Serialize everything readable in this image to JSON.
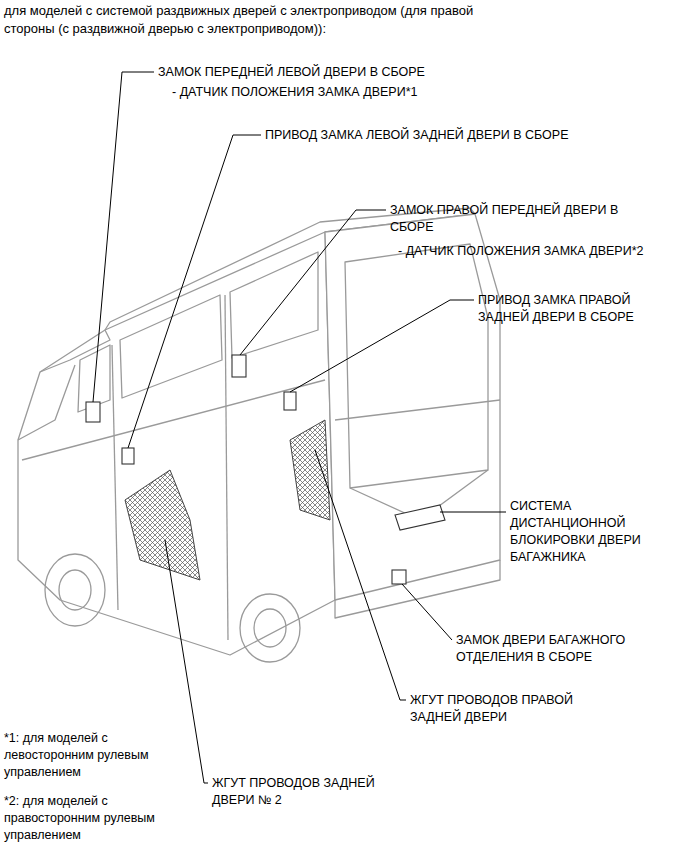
{
  "diagram": {
    "title": "для моделей с системой раздвижных дверей с электроприводом (для правой стороны (с раздвижной дверью с электроприводом)):",
    "labels": [
      "ЗАМОК ПЕРЕДНЕЙ ЛЕВОЙ ДВЕРИ В СБОРЕ",
      "- ДАТЧИК ПОЛОЖЕНИЯ ЗАМКА ДВЕРИ*1",
      "ПРИВОД ЗАМКА ЛЕВОЙ ЗАДНЕЙ ДВЕРИ В СБОРЕ",
      "ЗАМОК ПРАВОЙ ПЕРЕДНЕЙ ДВЕРИ В СБОРЕ",
      "- ДАТЧИК ПОЛОЖЕНИЯ ЗАМКА ДВЕРИ*2",
      "ПРИВОД ЗАМКА ПРАВОЙ ЗАДНЕЙ ДВЕРИ В СБОРЕ",
      "СИСТЕМА ДИСТАНЦИОННОЙ БЛОКИРОВКИ ДВЕРИ БАГАЖНИКА",
      "ЗАМОК ДВЕРИ БАГАЖНОГО ОТДЕЛЕНИЯ В СБОРЕ",
      "ЖГУТ ПРОВОДОВ ПРАВОЙ ЗАДНЕЙ ДВЕРИ",
      "*1: для моделей с левосторонним рулевым управлением",
      "ЖГУТ ПРОВОДОВ ЗАДНЕЙ ДВЕРИ № 2",
      "*2: для моделей с правосторонним рулевым управлением"
    ]
  }
}
